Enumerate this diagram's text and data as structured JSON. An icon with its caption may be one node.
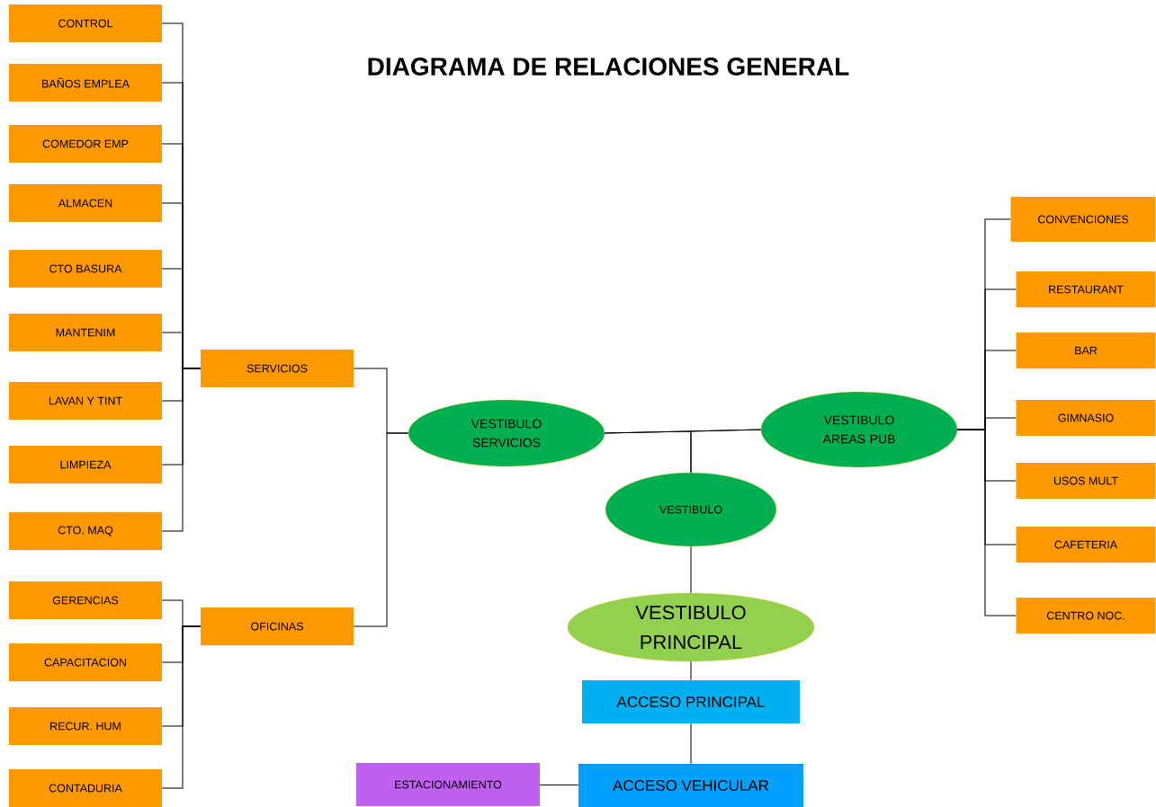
{
  "diagram": {
    "title": "DIAGRAMA DE RELACIONES GENERAL",
    "nodes": [
      {
        "text": [
          "CONTROL"
        ]
      },
      {
        "text": [
          "BAÑOS EMPLEA"
        ]
      },
      {
        "text": [
          "COMEDOR EMP"
        ]
      },
      {
        "text": [
          "ALMACEN"
        ]
      },
      {
        "text": [
          "CTO BASURA"
        ]
      },
      {
        "text": [
          "MANTENIM"
        ]
      },
      {
        "text": [
          "LAVAN Y TINT"
        ]
      },
      {
        "text": [
          "LIMPIEZA"
        ]
      },
      {
        "text": [
          "CTO. MAQ"
        ]
      },
      {
        "text": [
          "SERVICIOS"
        ]
      },
      {
        "text": [
          "GERENCIAS"
        ]
      },
      {
        "text": [
          "CAPACITACION"
        ]
      },
      {
        "text": [
          "RECUR. HUM"
        ]
      },
      {
        "text": [
          "CONTADURIA"
        ]
      },
      {
        "text": [
          "OFICINAS"
        ]
      },
      {
        "text": [
          "CONVENCIONES"
        ]
      },
      {
        "text": [
          "RESTAURANT"
        ]
      },
      {
        "text": [
          "BAR"
        ]
      },
      {
        "text": [
          "GIMNASIO"
        ]
      },
      {
        "text": [
          "USOS MULT"
        ]
      },
      {
        "text": [
          "CAFETERIA"
        ]
      },
      {
        "text": [
          "CENTRO NOC."
        ]
      },
      {
        "text": [
          "VESTIBULO SERVICIOS"
        ]
      },
      {
        "text": [
          "VESTIBULO AREAS PUB"
        ]
      },
      {
        "text": [
          "VESTIBULO"
        ]
      },
      {
        "text": [
          "VESTIBULO PRINCIPAL"
        ]
      },
      {
        "text": [
          "ACCESO PRINCIPAL"
        ]
      },
      {
        "text": [
          "ESTACIONAMIENTO"
        ]
      },
      {
        "text": [
          "ACCESO VEHICULAR"
        ]
      }
    ],
    "edges": [
      {
        "from": 0,
        "to": 9,
        "arrow": "none"
      },
      {
        "from": 1,
        "to": 9,
        "arrow": "none"
      },
      {
        "from": 2,
        "to": 9,
        "arrow": "none"
      },
      {
        "from": 3,
        "to": 9,
        "arrow": "none"
      },
      {
        "from": 4,
        "to": 9,
        "arrow": "none"
      },
      {
        "from": 5,
        "to": 9,
        "arrow": "none"
      },
      {
        "from": 6,
        "to": 9,
        "arrow": "none"
      },
      {
        "from": 7,
        "to": 9,
        "arrow": "none"
      },
      {
        "from": 8,
        "to": 9,
        "arrow": "none"
      },
      {
        "from": 10,
        "to": 14,
        "arrow": "none"
      },
      {
        "from": 11,
        "to": 14,
        "arrow": "none"
      },
      {
        "from": 12,
        "to": 14,
        "arrow": "none"
      },
      {
        "from": 13,
        "to": 14,
        "arrow": "none"
      },
      {
        "from": 9,
        "to": 22,
        "arrow": "none"
      },
      {
        "from": 14,
        "to": 22,
        "arrow": "none"
      },
      {
        "from": 22,
        "to": 23,
        "arrow": "none"
      },
      {
        "from": 24,
        "to": 22,
        "arrow": "none"
      },
      {
        "from": 24,
        "to": 23,
        "arrow": "none"
      },
      {
        "from": 23,
        "to": 15,
        "arrow": "none"
      },
      {
        "from": 23,
        "to": 16,
        "arrow": "none"
      },
      {
        "from": 23,
        "to": 17,
        "arrow": "none"
      },
      {
        "from": 23,
        "to": 18,
        "arrow": "none"
      },
      {
        "from": 23,
        "to": 19,
        "arrow": "none"
      },
      {
        "from": 23,
        "to": 20,
        "arrow": "none"
      },
      {
        "from": 23,
        "to": 21,
        "arrow": "none"
      },
      {
        "from": 24,
        "to": 25,
        "arrow": "none"
      },
      {
        "from": 25,
        "to": 26,
        "arrow": "none"
      },
      {
        "from": 26,
        "to": 28,
        "arrow": "none"
      },
      {
        "from": 27,
        "to": 28,
        "arrow": "none"
      }
    ]
  }
}
